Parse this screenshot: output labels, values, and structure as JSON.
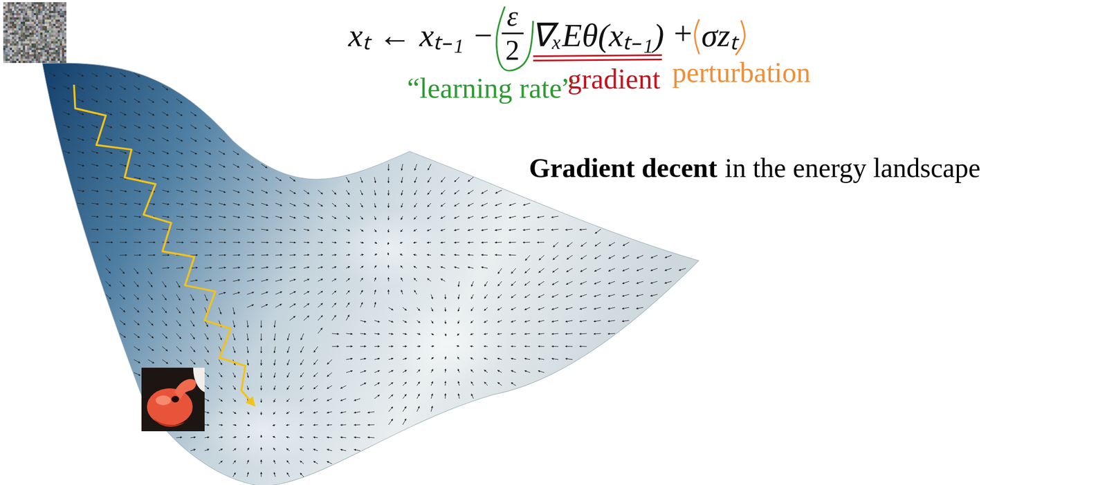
{
  "diagram": {
    "labels": [
      "xₜ ← xₜ₋₁ −",
      "ε",
      "2",
      "∇ₓEθ(xₜ₋₁)",
      "+",
      "σzₜ",
      "“learning rate”",
      "gradient",
      "perturbation",
      "Gradient decent",
      "in the energy landscape"
    ]
  }
}
